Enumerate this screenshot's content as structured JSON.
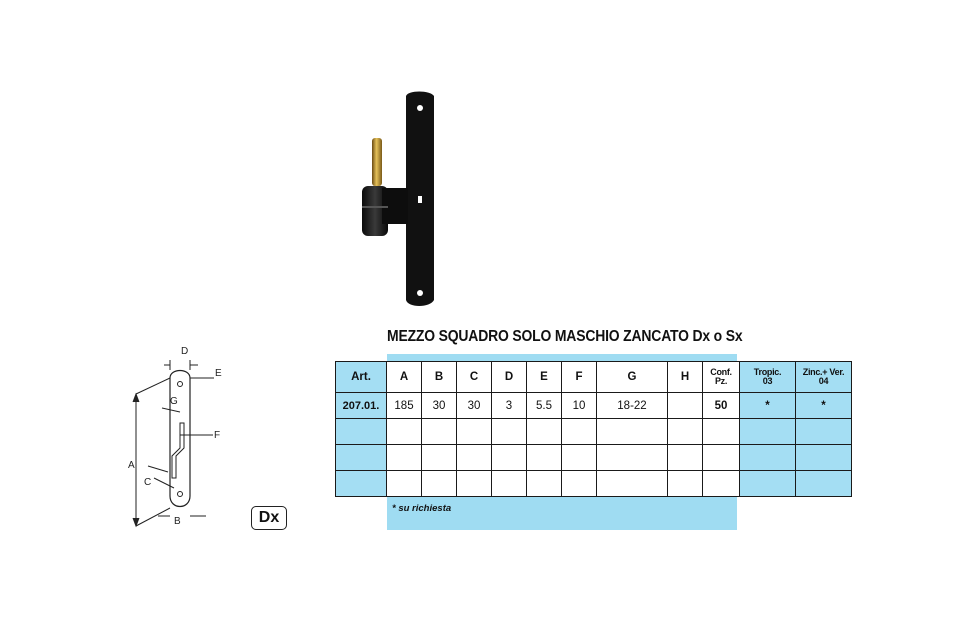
{
  "title": "MEZZO SQUADRO SOLO MASCHIO ZANCATO Dx o Sx",
  "diagram": {
    "labels": {
      "A": "A",
      "B": "B",
      "C": "C",
      "D": "D",
      "E": "E",
      "F": "F",
      "G": "G"
    }
  },
  "badge": "Dx",
  "table": {
    "headers": [
      {
        "main": "Art."
      },
      {
        "main": "A"
      },
      {
        "main": "B"
      },
      {
        "main": "C"
      },
      {
        "main": "D"
      },
      {
        "main": "E"
      },
      {
        "main": "F"
      },
      {
        "main": "G"
      },
      {
        "main": "H"
      },
      {
        "line1": "Conf.",
        "line2": "Pz."
      },
      {
        "line1": "Tropic.",
        "line2": "03"
      },
      {
        "line1": "Zinc.+ Ver.",
        "line2": "04"
      }
    ],
    "row": [
      "207.01.",
      "185",
      "30",
      "30",
      "3",
      "5.5",
      "10",
      "18-22",
      "",
      "50",
      "*",
      "*"
    ]
  },
  "note": "* su richiesta",
  "colors": {
    "light_blue": "#9fdcf2",
    "ink": "#111111"
  }
}
